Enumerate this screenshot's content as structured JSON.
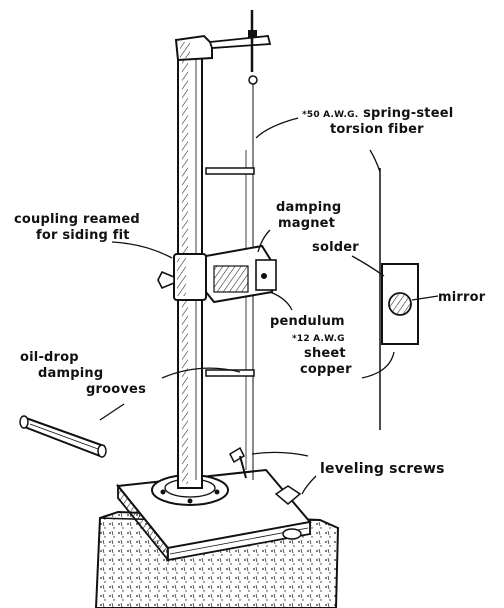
{
  "labels": {
    "fiber": {
      "line1_prefix": "*50 A.W.G.",
      "line1_suffix": "spring-steel",
      "line2": "torsion fiber"
    },
    "damping_magnet": {
      "line1": "damping",
      "line2": "magnet"
    },
    "coupling": {
      "line1": "coupling reamed",
      "line2": "for siding fit"
    },
    "solder": "solder",
    "mirror": "mirror",
    "pendulum": {
      "line1": "pendulum",
      "line2": "*12 A.W.G",
      "line3": "sheet",
      "line4": "copper"
    },
    "oil_drop": {
      "line1": "oil-drop",
      "line2": "damping",
      "line3": "grooves"
    },
    "leveling": "leveling screws"
  }
}
